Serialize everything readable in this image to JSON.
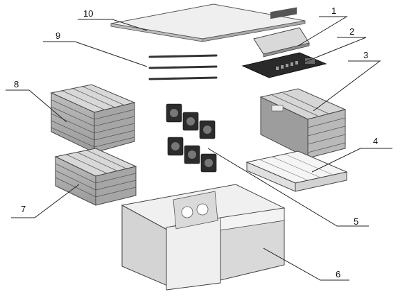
{
  "labels": [
    {
      "key": "1",
      "text": "1"
    },
    {
      "key": "2",
      "text": "2"
    },
    {
      "key": "3",
      "text": "3"
    },
    {
      "key": "4",
      "text": "4"
    },
    {
      "key": "5",
      "text": "5"
    },
    {
      "key": "6",
      "text": "6"
    },
    {
      "key": "7",
      "text": "7"
    },
    {
      "key": "8",
      "text": "8"
    },
    {
      "key": "9",
      "text": "9"
    },
    {
      "key": "10",
      "text": "10"
    }
  ],
  "colors": {
    "line": "#222222",
    "panel_light": "#eeeeee",
    "panel_mid": "#cfcfcf",
    "panel_dark": "#8a8a8a",
    "board": "#2a2a2a"
  }
}
